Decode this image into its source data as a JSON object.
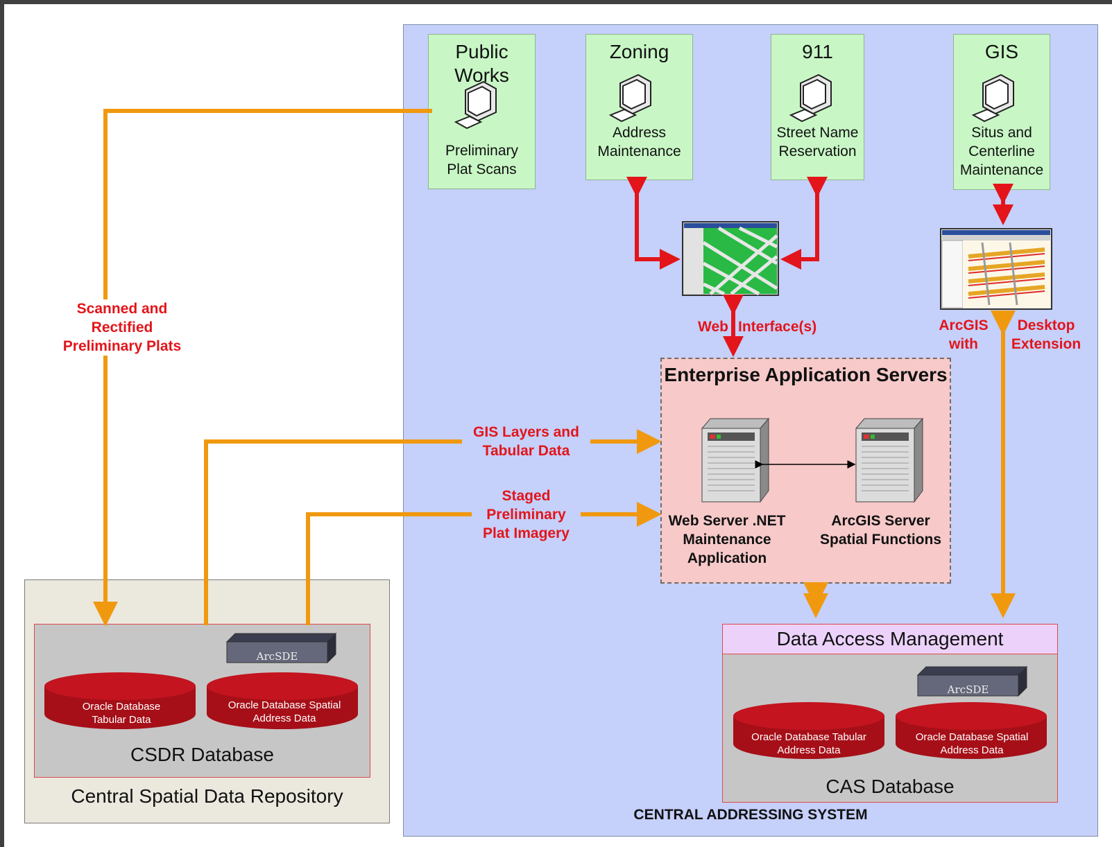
{
  "workstations": [
    {
      "title": "Public Works",
      "subtitle": "Preliminary Plat Scans"
    },
    {
      "title": "Zoning",
      "subtitle": "Address Maintenance"
    },
    {
      "title": "911",
      "subtitle": "Street Name Reservation"
    },
    {
      "title": "GIS",
      "subtitle": "Situs and Centerline Maintenance"
    }
  ],
  "flows": {
    "scanned": "Scanned and Rectified Preliminary Plats",
    "gis_layers": "GIS Layers and Tabular Data",
    "staged": "Staged Preliminary Plat Imagery",
    "web_left": "Web",
    "web_right": "Interface(s)",
    "arcgis_left": "ArcGIS with",
    "arcgis_right": "Desktop Extension"
  },
  "enterprise": {
    "title": "Enterprise Application Servers",
    "web_server": "Web Server .NET Maintenance Application",
    "arcgis_server": "ArcGIS  Server Spatial Functions"
  },
  "cas_db": {
    "header": "Data Access Management",
    "arcsde": "ArcSDE",
    "db1": "Oracle Database Tabular Address Data",
    "db2": "Oracle Database Spatial Address Data",
    "caption": "CAS Database"
  },
  "csdr": {
    "arcsde": "ArcSDE",
    "db1": "Oracle Database Tabular Data",
    "db2": "Oracle Database Spatial Address Data",
    "caption": "CSDR Database",
    "outer_caption": "Central Spatial Data Repository"
  },
  "cas_label": "CENTRAL ADDRESSING SYSTEM",
  "colors": {
    "orange": "#f0990f",
    "red": "#e3151a",
    "cylinder": "#b3111a",
    "cas_bg": "#c5d0fb",
    "workstation_bg": "#c8f7c5",
    "server_box": "#f7c9c9"
  }
}
